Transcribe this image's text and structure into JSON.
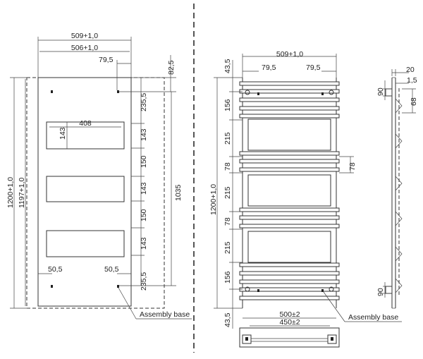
{
  "left": {
    "dims": {
      "outer_width": "509+1,0",
      "inner_width": "506+1,0",
      "bracket_offset": "79,5",
      "top_offset": "82,5",
      "bracket_top": "235,5",
      "panel_width": "408",
      "panel_height": "143",
      "h1": "143",
      "g1": "150",
      "h2": "143",
      "g2": "150",
      "h3": "143",
      "bracket_bottom": "235,5",
      "vertical_span": "1035",
      "overall_height": "1200+1,0",
      "inner_height": "1197+1,0",
      "foot_left": "50,5",
      "foot_right": "50,5"
    },
    "assembly_label": "Assembly base"
  },
  "middle": {
    "dims": {
      "top_margin": "43,5",
      "outer_width": "509+1,0",
      "bracket_left": "79,5",
      "bracket_right": "79,5",
      "seg1": "156",
      "seg2": "215",
      "seg3": "78",
      "seg4": "215",
      "seg5": "78",
      "seg6": "215",
      "seg7": "156",
      "bottom_margin": "43,5",
      "side_78": "78",
      "overall_height": "1200+1,0",
      "base_outer": "500±2",
      "base_inner": "450±2"
    },
    "assembly_label": "Assembly base"
  },
  "right": {
    "dims": {
      "depth": "20",
      "offset": "1,5",
      "top_90": "90",
      "h68": "68",
      "bottom_90": "90"
    }
  }
}
